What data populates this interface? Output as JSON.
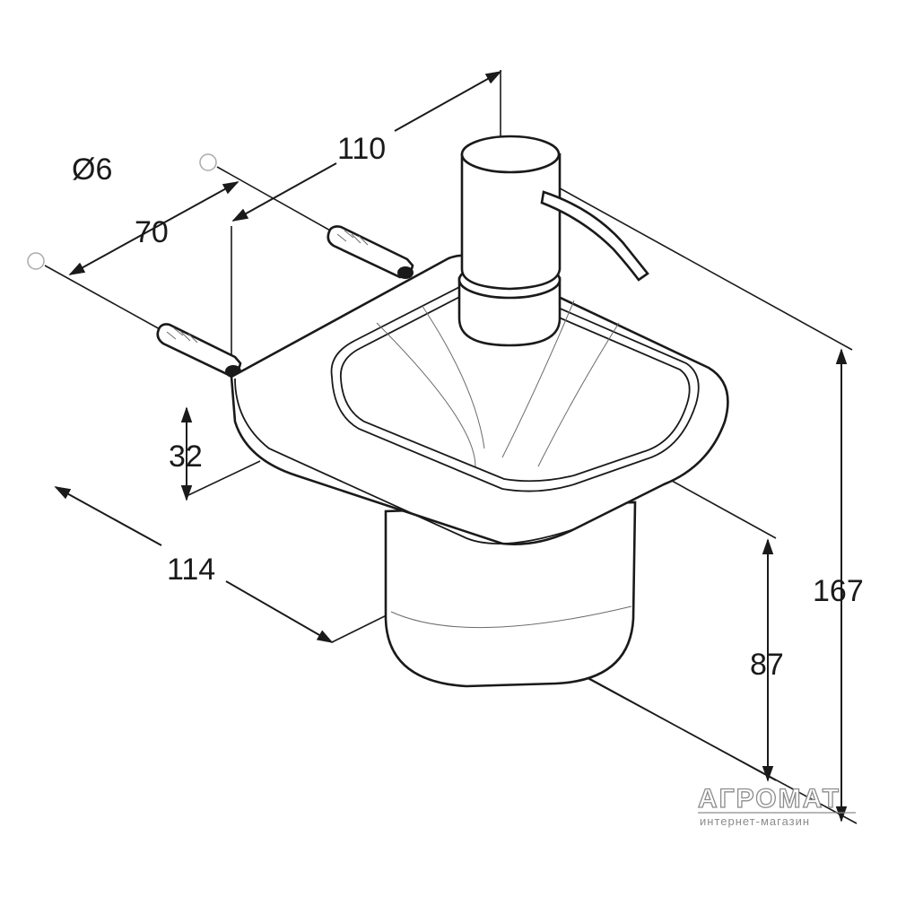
{
  "dimensions": {
    "hole_diameter": "Ø6",
    "hole_spacing": "70",
    "wall_to_axis": "110",
    "bracket_height": "32",
    "total_depth": "114",
    "container_height": "87",
    "total_height": "167"
  },
  "watermark": {
    "brand": "АГРОМАТ",
    "tagline": "интернет-магазин"
  },
  "colors": {
    "line": "#1a1a1a",
    "background": "#ffffff",
    "watermark": "#8c8c8c"
  }
}
